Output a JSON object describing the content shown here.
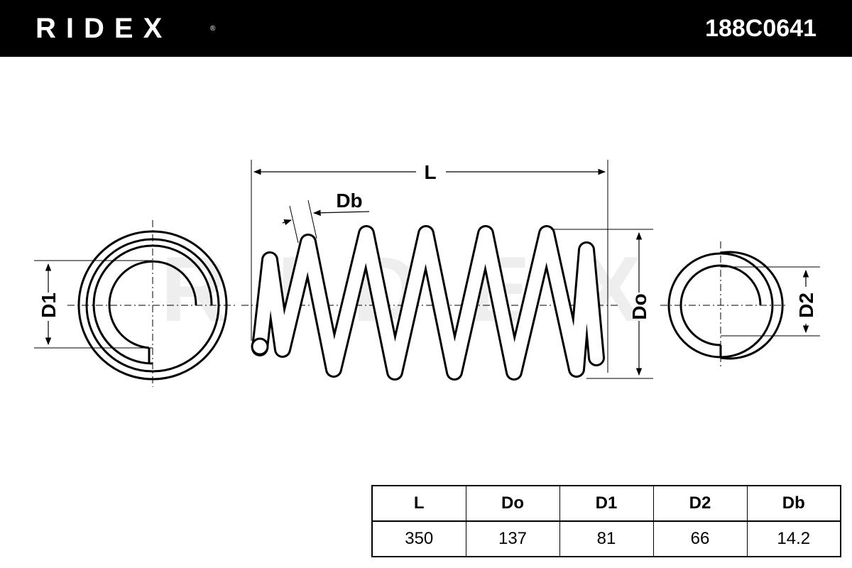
{
  "header": {
    "brand": "RIDEX",
    "brand_mark": "®",
    "part_number": "188C0641"
  },
  "colors": {
    "header_bg": "#000000",
    "header_text": "#ffffff",
    "line": "#000000",
    "watermark": "#eeeeee"
  },
  "drawing": {
    "labels": {
      "length": "L",
      "wire_diameter": "Db",
      "end_diameter_1": "D1",
      "outer_diameter": "Do",
      "end_diameter_2": "D2"
    },
    "watermark": "RIDEX"
  },
  "spec_table": {
    "columns": [
      "L",
      "Do",
      "D1",
      "D2",
      "Db"
    ],
    "values": [
      "350",
      "137",
      "81",
      "66",
      "14.2"
    ]
  }
}
